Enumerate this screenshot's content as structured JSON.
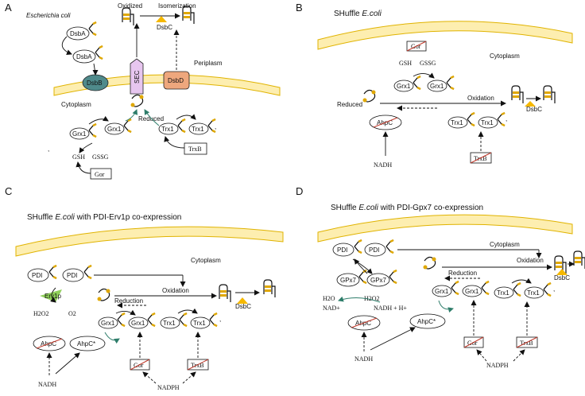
{
  "colors": {
    "membrane_fill": "#fdeeb0",
    "membrane_line": "#e0b300",
    "dsbb": "#4f8a8b",
    "sec": "#e7c6ef",
    "dsbd": "#eea77d",
    "dsbc": "#f5b800",
    "erv1p": "#8fcf5a",
    "inactivated": "#c0392b",
    "reduction_arrow": "#2e7d6a"
  },
  "panels": {
    "a": {
      "label": "A",
      "organism": "Escherichia coli"
    },
    "b": {
      "label": "B",
      "title_pre": "SHuffle ",
      "title_italic": "E.coli"
    },
    "c": {
      "label": "C",
      "title_pre": "SHuffle ",
      "title_italic": "E.coli",
      "title_post": " with PDI-Erv1p co-expression"
    },
    "d": {
      "label": "D",
      "title_pre": "SHuffle ",
      "title_italic": "E.coli",
      "title_post": " with PDI-Gpx7 co-expression"
    }
  },
  "labels": {
    "oxidized": "Oxidized",
    "isomerization": "Isomerization",
    "dsbc": "DsbC",
    "dsba": "DsbA",
    "periplasm": "Periplasm",
    "dsbb": "DsbB",
    "sec": "SEC",
    "dsbd": "DsbD",
    "cytoplasm": "Cytoplasm",
    "reduced": "Reduced",
    "grx1": "Grx1",
    "trx1": "Trx1",
    "trxb": "TrxB",
    "gsh": "GSH",
    "gssg": "GSSG",
    "gor": "Gor",
    "oxidation": "Oxidation",
    "reduction": "Reduction",
    "ahpc": "AhpC",
    "ahpc_star": "AhpC*",
    "nadh": "NADH",
    "nadph": "NADPH",
    "pdi": "PDI",
    "erv1p": "Erv1p",
    "h2o2": "H2O2",
    "o2": "O2",
    "gpx7": "GPx7",
    "h2o": "H2O",
    "nad_plus": "NAD+",
    "nadh_h": "NADH + H+",
    "comma": ","
  }
}
